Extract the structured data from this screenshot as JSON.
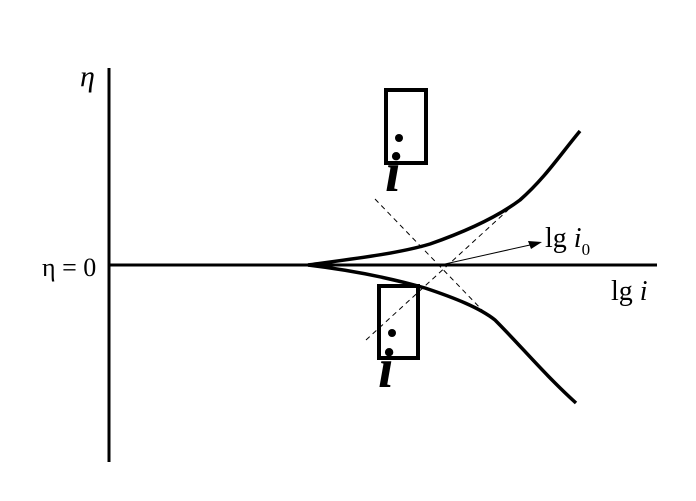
{
  "labels": {
    "eta_axis": "η",
    "eta_zero": "η = 0",
    "lg_i_prefix": "lg ",
    "lg_i_var": "i",
    "lg_i0_prefix": "lg ",
    "lg_i0_var": "i",
    "lg_i0_sub": "0",
    "box_upper_letter": "i",
    "box_lower_letter": "i"
  },
  "colors": {
    "ink": "#000000",
    "background": "#ffffff"
  }
}
